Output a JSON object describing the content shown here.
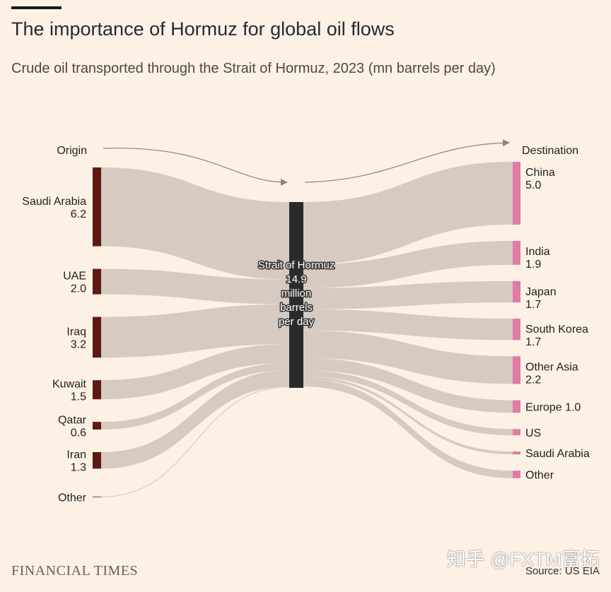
{
  "header": {
    "title": "The importance of Hormuz for global oil flows",
    "subtitle": "Crude oil transported through the Strait of Hormuz, 2023 (mn barrels per day)"
  },
  "chart_data": {
    "type": "sankey",
    "units": "mn barrels per day",
    "origin_heading": "Origin",
    "destination_heading": "Destination",
    "center": {
      "name": "Strait of Hormuz",
      "value": 14.9,
      "label_lines": [
        "Strait of Hormuz",
        "14.9",
        "million",
        "barrels",
        "per day"
      ]
    },
    "origins": [
      {
        "name": "Saudi Arabia",
        "value": 6.2,
        "value_label": "6.2"
      },
      {
        "name": "UAE",
        "value": 2.0,
        "value_label": "2.0"
      },
      {
        "name": "Iraq",
        "value": 3.2,
        "value_label": "3.2"
      },
      {
        "name": "Kuwait",
        "value": 1.5,
        "value_label": "1.5"
      },
      {
        "name": "Qatar",
        "value": 0.6,
        "value_label": "0.6"
      },
      {
        "name": "Iran",
        "value": 1.3,
        "value_label": "1.3"
      },
      {
        "name": "Other",
        "value": 0.05,
        "value_label": ""
      }
    ],
    "destinations": [
      {
        "name": "China",
        "value": 5.0,
        "value_label": "5.0"
      },
      {
        "name": "India",
        "value": 1.9,
        "value_label": "1.9"
      },
      {
        "name": "Japan",
        "value": 1.7,
        "value_label": "1.7"
      },
      {
        "name": "South Korea",
        "value": 1.7,
        "value_label": "1.7"
      },
      {
        "name": "Other Asia",
        "value": 2.2,
        "value_label": "2.2"
      },
      {
        "name": "Europe",
        "value": 1.0,
        "value_label": "1.0",
        "inline": true
      },
      {
        "name": "US",
        "value": 0.5,
        "value_label": ""
      },
      {
        "name": "Saudi Arabia",
        "value": 0.2,
        "value_label": ""
      },
      {
        "name": "Other",
        "value": 0.6,
        "value_label": ""
      }
    ],
    "colors": {
      "background": "#fdf1e6",
      "flow": "#d7cbc1",
      "origin_bar": "#5c1a10",
      "destination_bar": "#e07aa6",
      "center_bar": "#2b2b2b",
      "arrow": "#8a8580"
    }
  },
  "footer": {
    "brand": "FINANCIAL TIMES",
    "source": "Source: US EIA",
    "watermark": "知乎 @FXTM富拓"
  }
}
